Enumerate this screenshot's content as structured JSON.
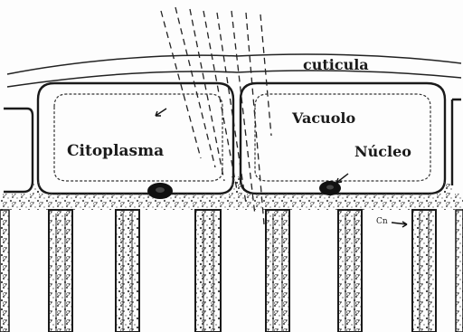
{
  "diagram": {
    "labels": {
      "cuticle": "cuticula",
      "vacuole": "Vacuolo",
      "cytoplasm": "Citoplasma",
      "nucleus": "Núcleo",
      "small_mark": "Cn"
    },
    "colors": {
      "ink": "#1a1a1a",
      "background": "#fdfdfd"
    }
  }
}
